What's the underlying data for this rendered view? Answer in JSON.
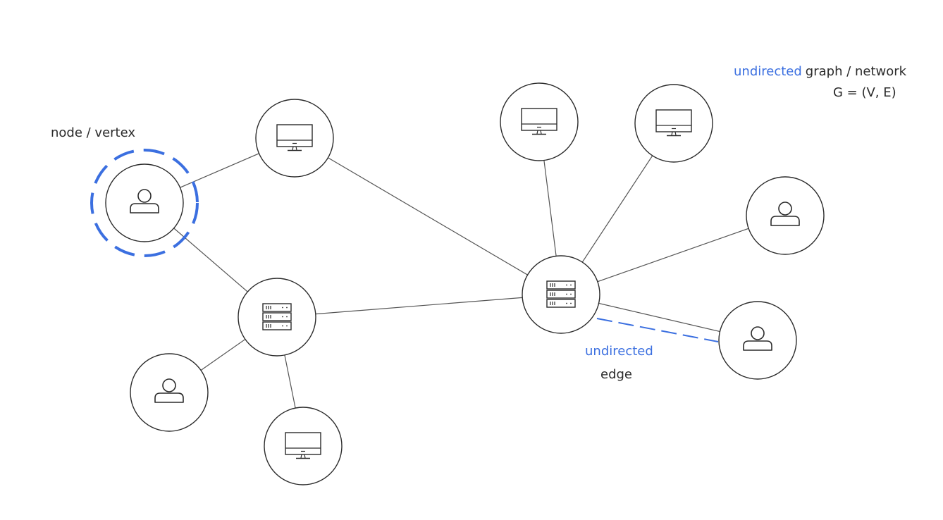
{
  "title": {
    "word_accent": "undirected",
    "word_rest": "graph / network",
    "formula": "G = (V, E)"
  },
  "node_label": "node / vertex",
  "edge_label": {
    "accent": "undirected",
    "rest": "edge"
  },
  "colors": {
    "accent": "#3b6fe0",
    "stroke": "#2b2b2b",
    "edge": "#555555",
    "background": "#ffffff"
  },
  "nodes": [
    {
      "id": "user-highlighted",
      "icon": "user-icon"
    },
    {
      "id": "computer-top-left",
      "icon": "computer-icon"
    },
    {
      "id": "server-left",
      "icon": "server-icon"
    },
    {
      "id": "user-bottom-left",
      "icon": "user-icon"
    },
    {
      "id": "computer-bottom",
      "icon": "computer-icon"
    },
    {
      "id": "server-hub",
      "icon": "server-icon"
    },
    {
      "id": "computer-top-middle",
      "icon": "computer-icon"
    },
    {
      "id": "computer-top-right",
      "icon": "computer-icon"
    },
    {
      "id": "user-right",
      "icon": "user-icon"
    },
    {
      "id": "user-bottom-right",
      "icon": "user-icon"
    }
  ],
  "edges": [
    [
      "user-highlighted",
      "computer-top-left"
    ],
    [
      "user-highlighted",
      "server-left"
    ],
    [
      "computer-top-left",
      "server-hub"
    ],
    [
      "server-left",
      "server-hub"
    ],
    [
      "server-left",
      "user-bottom-left"
    ],
    [
      "server-left",
      "computer-bottom"
    ],
    [
      "server-hub",
      "computer-top-middle"
    ],
    [
      "server-hub",
      "computer-top-right"
    ],
    [
      "server-hub",
      "user-right"
    ],
    [
      "server-hub",
      "user-bottom-right"
    ]
  ],
  "highlighted_node": "user-highlighted",
  "highlighted_edge": [
    "server-hub",
    "user-bottom-right"
  ]
}
